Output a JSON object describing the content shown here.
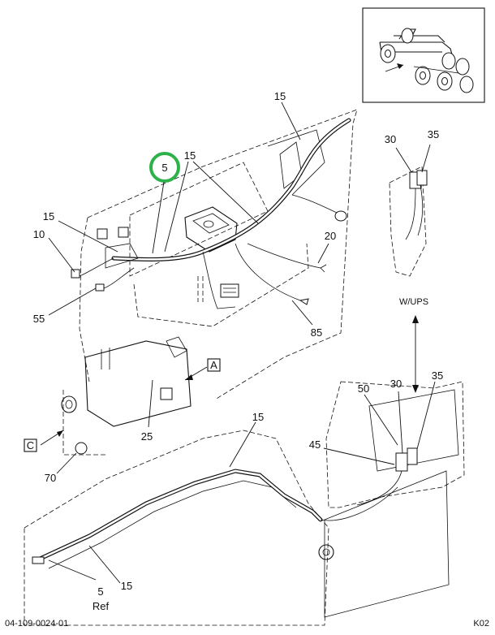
{
  "callouts": {
    "top_15": "15",
    "c5_circled": "5",
    "c15_upper": "15",
    "c15_left": "15",
    "c10": "10",
    "c55": "55",
    "c20": "20",
    "c85": "85",
    "c25": "25",
    "c70": "70",
    "c30_right": "30",
    "c35_right": "35",
    "c50": "50",
    "c30_lower": "30",
    "c35_lower": "35",
    "c45": "45",
    "c15_bottom": "15",
    "c5_bottom": "5",
    "c15_bottom_right": "15",
    "ref": "Ref"
  },
  "boxes": {
    "a": "A",
    "c": "C"
  },
  "variant_label": "W/UPS",
  "footer": {
    "left": "04-109-0024-01",
    "right": "K02"
  },
  "colors": {
    "highlight_circle": "#2db24a",
    "line": "#111111"
  },
  "icons": [
    "truck-chassis-locator-icon",
    "direction-arrow-icon",
    "double-headed-arrow-icon"
  ]
}
